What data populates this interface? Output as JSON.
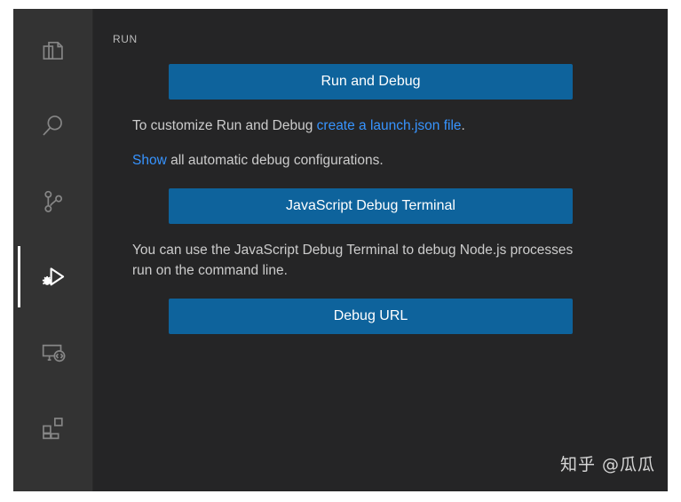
{
  "window": {
    "background": "#252526",
    "activity_bar_background": "#333333",
    "accent": "#0e639c",
    "link_color": "#3794ff",
    "text_color": "#cccccc"
  },
  "activity_bar": {
    "items": [
      {
        "name": "explorer",
        "icon": "files-icon",
        "active": false
      },
      {
        "name": "search",
        "icon": "search-icon",
        "active": false
      },
      {
        "name": "source-control",
        "icon": "source-control-icon",
        "active": false
      },
      {
        "name": "run-and-debug",
        "icon": "run-debug-icon",
        "active": true
      },
      {
        "name": "remote-explorer",
        "icon": "remote-explorer-icon",
        "active": false
      },
      {
        "name": "extensions",
        "icon": "extensions-icon",
        "active": false
      }
    ]
  },
  "panel": {
    "header": "RUN",
    "buttons": {
      "run_and_debug": "Run and Debug",
      "javascript_debug_terminal": "JavaScript Debug Terminal",
      "debug_url": "Debug URL"
    },
    "customize": {
      "prefix": "To customize Run and Debug ",
      "link": "create a launch.json file",
      "suffix": "."
    },
    "show_configs": {
      "link": "Show",
      "rest": " all automatic debug configurations."
    },
    "terminal_description": "You can use the JavaScript Debug Terminal to debug Node.js processes run on the command line."
  },
  "watermark": {
    "text": "知乎 @瓜瓜"
  }
}
